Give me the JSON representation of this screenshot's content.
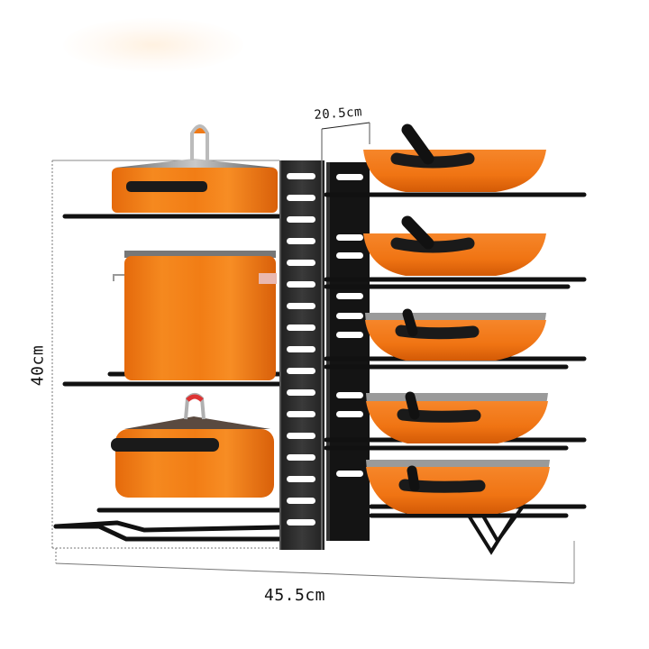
{
  "product": {
    "description": "8-tier adjustable pot and pan organizer rack with cookware",
    "dimensions": {
      "width_label": "45.5cm",
      "height_label": "40cm",
      "depth_label": "20.5cm"
    },
    "colors": {
      "cookware_orange": "#f07a17",
      "cookware_orange_dark": "#d95f08",
      "rack_black": "#1a1a1a",
      "panel_gray": "#2e2e2e",
      "pan_interior_gray": "#9a9a9a",
      "dimension_line": "#777777"
    },
    "left_side_items": [
      {
        "type": "saute pan with lid",
        "tier": 1
      },
      {
        "type": "stock pot",
        "tier": 2
      },
      {
        "type": "casserole pot with lid",
        "tier": 3
      }
    ],
    "right_side_items": [
      {
        "type": "frying pan",
        "tier": 1
      },
      {
        "type": "frying pan",
        "tier": 2
      },
      {
        "type": "frying pan",
        "tier": 3
      },
      {
        "type": "frying pan",
        "tier": 4
      },
      {
        "type": "frying pan",
        "tier": 5
      }
    ]
  }
}
